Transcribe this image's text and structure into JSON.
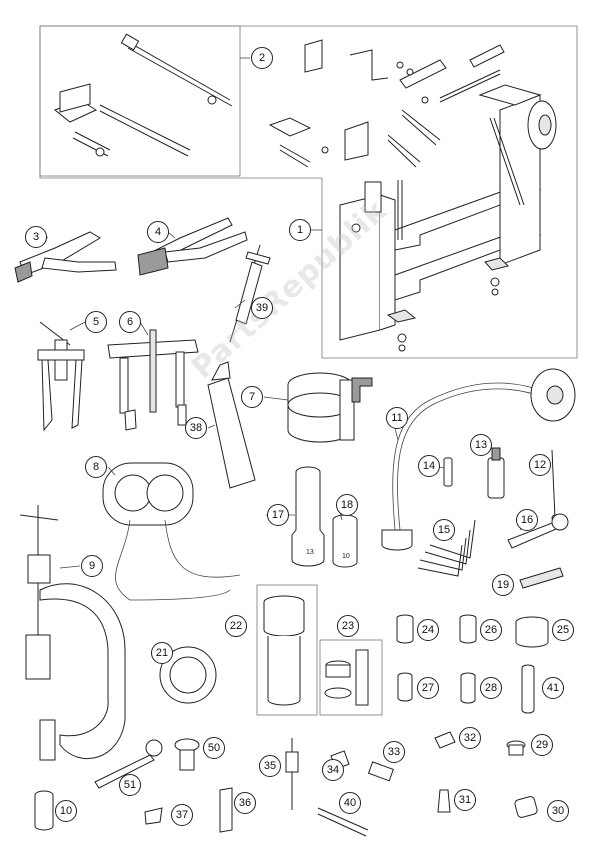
{
  "watermark": "PartsRepublik",
  "callouts": [
    {
      "id": "c1",
      "label": "1"
    },
    {
      "id": "c2",
      "label": "2"
    },
    {
      "id": "c3",
      "label": "3"
    },
    {
      "id": "c4",
      "label": "4"
    },
    {
      "id": "c5",
      "label": "5"
    },
    {
      "id": "c6",
      "label": "6"
    },
    {
      "id": "c7",
      "label": "7"
    },
    {
      "id": "c8",
      "label": "8"
    },
    {
      "id": "c9",
      "label": "9"
    },
    {
      "id": "c10",
      "label": "10"
    },
    {
      "id": "c11",
      "label": "11"
    },
    {
      "id": "c12",
      "label": "12"
    },
    {
      "id": "c13",
      "label": "13"
    },
    {
      "id": "c14",
      "label": "14"
    },
    {
      "id": "c15",
      "label": "15"
    },
    {
      "id": "c16",
      "label": "16"
    },
    {
      "id": "c17",
      "label": "17"
    },
    {
      "id": "c18",
      "label": "18"
    },
    {
      "id": "c19",
      "label": "19"
    },
    {
      "id": "c21",
      "label": "21"
    },
    {
      "id": "c22",
      "label": "22"
    },
    {
      "id": "c23",
      "label": "23"
    },
    {
      "id": "c24",
      "label": "24"
    },
    {
      "id": "c25",
      "label": "25"
    },
    {
      "id": "c26",
      "label": "26"
    },
    {
      "id": "c27",
      "label": "27"
    },
    {
      "id": "c28",
      "label": "28"
    },
    {
      "id": "c29",
      "label": "29"
    },
    {
      "id": "c30",
      "label": "30"
    },
    {
      "id": "c31",
      "label": "31"
    },
    {
      "id": "c32",
      "label": "32"
    },
    {
      "id": "c33",
      "label": "33"
    },
    {
      "id": "c34",
      "label": "34"
    },
    {
      "id": "c35",
      "label": "35"
    },
    {
      "id": "c36",
      "label": "36"
    },
    {
      "id": "c37",
      "label": "37"
    },
    {
      "id": "c38",
      "label": "38"
    },
    {
      "id": "c39",
      "label": "39"
    },
    {
      "id": "c40",
      "label": "40"
    },
    {
      "id": "c41",
      "label": "41"
    },
    {
      "id": "c50",
      "label": "50"
    },
    {
      "id": "c51",
      "label": "51"
    }
  ],
  "part_labels": {
    "socket_13": "13",
    "socket_10": "10"
  }
}
